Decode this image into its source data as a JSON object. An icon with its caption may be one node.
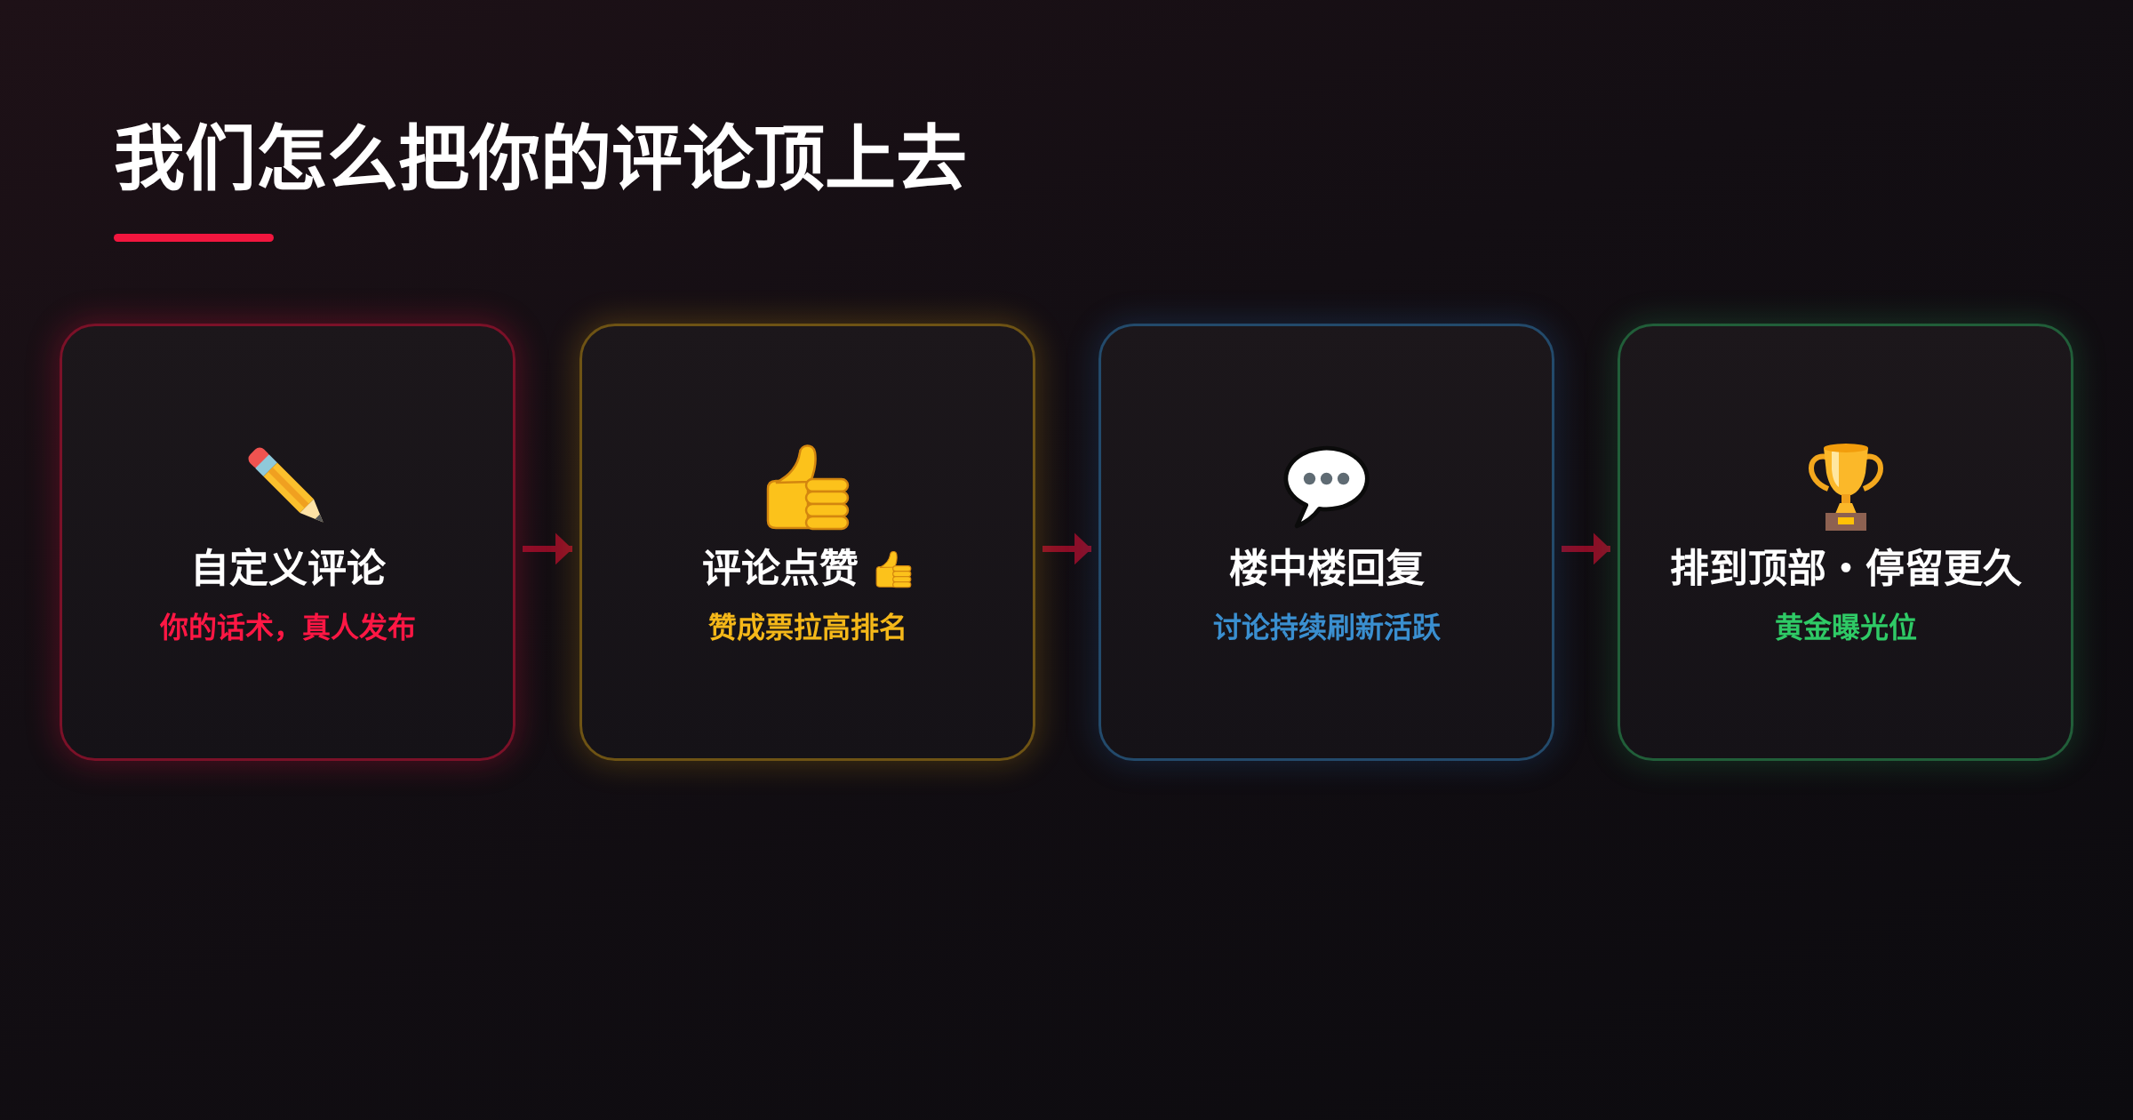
{
  "diagram": {
    "title": "我们怎么把你的评论顶上去",
    "nodes": [
      {
        "text": [
          "自定义评论",
          "你的话术，真人发布"
        ]
      },
      {
        "text": [
          "评论点赞",
          "赞成票拉高排名"
        ]
      },
      {
        "text": [
          "楼中楼回复",
          "讨论持续刷新活跃"
        ]
      },
      {
        "text": [
          "排到顶部・停留更久",
          "黄金曝光位"
        ]
      }
    ],
    "edges": [
      {
        "from": 0,
        "to": 1,
        "arrow": "to"
      },
      {
        "from": 1,
        "to": 2,
        "arrow": "to"
      },
      {
        "from": 2,
        "to": 3,
        "arrow": "to"
      }
    ]
  }
}
